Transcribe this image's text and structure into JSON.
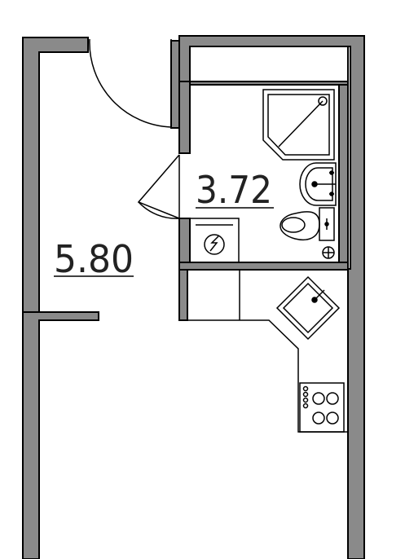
{
  "plan": {
    "wall_color": "#8a8a8a",
    "line_color": "#000000",
    "rooms": [
      {
        "id": "main-room",
        "area": "5.80"
      },
      {
        "id": "bathroom",
        "area": "3.72"
      }
    ]
  }
}
